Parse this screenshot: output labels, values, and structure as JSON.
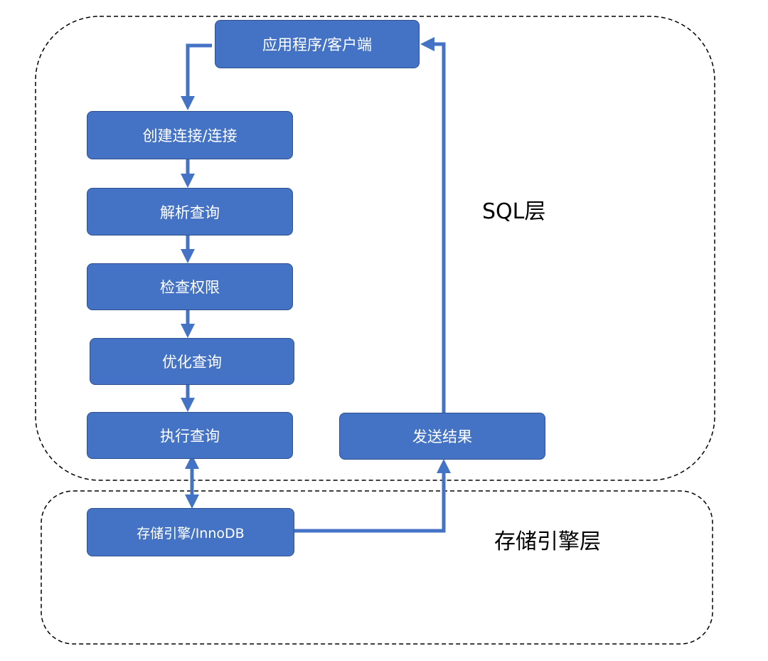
{
  "diagram": {
    "nodes": {
      "client": "应用程序/客户端",
      "connect": "创建连接/连接",
      "parse": "解析查询",
      "privileges": "检查权限",
      "optimize": "优化查询",
      "execute": "执行查询",
      "send_result": "发送结果",
      "engine": "存储引擎/InnoDB"
    },
    "layers": {
      "sql": "SQL层",
      "storage": "存储引擎层"
    }
  },
  "colors": {
    "box_fill": "#4472c4",
    "box_border": "#2f528f",
    "connector": "#4472c4",
    "boundary": "#000000"
  }
}
